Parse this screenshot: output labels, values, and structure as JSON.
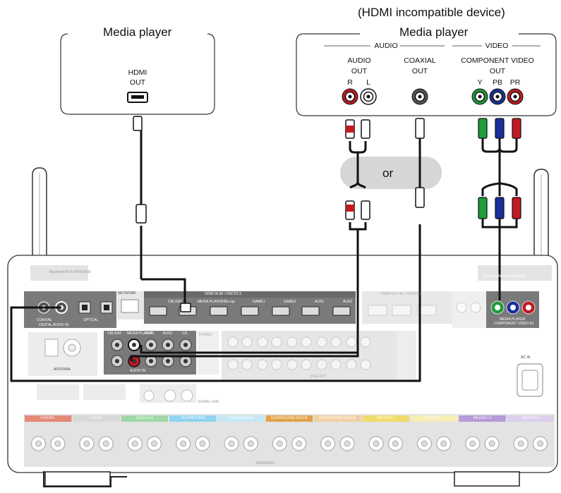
{
  "header": {
    "caption": "(HDMI incompatible device)"
  },
  "left_device": {
    "title": "Media player",
    "port_label_line1": "HDMI",
    "port_label_line2": "OUT"
  },
  "right_device": {
    "title": "Media player",
    "group_audio": "AUDIO",
    "group_video": "VIDEO",
    "audio_out_line1": "AUDIO",
    "audio_out_line2": "OUT",
    "coaxial_line1": "COAXIAL",
    "coaxial_line2": "OUT",
    "component_line1": "COMPONENT VIDEO",
    "component_line2": "OUT",
    "jack_r": "R",
    "jack_l": "L",
    "jack_y": "Y",
    "jack_pb": "PB",
    "jack_pr": "PR"
  },
  "or_label": "or",
  "receiver": {
    "hdmi_in_header": "HDMI IN 8K / HDCP2.3",
    "hdmi_out_header": "HDMI OUT 8K / HDCP2.3",
    "network": "NETWORK",
    "bt_antenna": "Bluetooth/Wi-Fi ANTENNA",
    "hdmi_inputs": [
      "CBL/SAT",
      "MEDIA PLAYER",
      "Blu-ray",
      "GAME1",
      "GAME2",
      "AUX1",
      "AUX2"
    ],
    "digital_audio_in": "DIGITAL AUDIO IN",
    "coaxial": "COAXIAL",
    "optical": "OPTICAL",
    "antenna": "ANTENNA",
    "audio_in": "AUDIO IN",
    "audio_in_inputs": [
      "CBL/SAT",
      "MEDIA PLAYER",
      "AUX1",
      "AUX2",
      "CD"
    ],
    "phono": "PHONO",
    "pre_out": "PRE OUT",
    "component_video_in": "COMPONENT VIDEO IN",
    "component_media_player": "MEDIA PLAYER",
    "ac_in": "AC IN",
    "signal_gnd": "SIGNAL GND",
    "speakers": "SPEAKERS",
    "speaker_zones": [
      {
        "label": "FRONT",
        "color": "#e38a78"
      },
      {
        "label": "FRONT",
        "color": "#d8d8d8"
      },
      {
        "label": "CENTER",
        "color": "#9fd7a7"
      },
      {
        "label": "SURROUND",
        "color": "#8fd4f0"
      },
      {
        "label": "SURROUND",
        "color": "#c6e8f5"
      },
      {
        "label": "SURROUND BACK",
        "color": "#e3a24a"
      },
      {
        "label": "SURROUND BACK",
        "color": "#f0d0a3"
      },
      {
        "label": "HEIGHT1",
        "color": "#f0dc6a"
      },
      {
        "label": "HEIGHT1",
        "color": "#f7eeb5"
      },
      {
        "label": "HEIGHT2",
        "color": "#b79ad8"
      },
      {
        "label": "HEIGHT2",
        "color": "#ddd0ec"
      }
    ]
  },
  "colors": {
    "cable": "#111111",
    "red": "#d2141e",
    "green": "#1e9d3a",
    "blue": "#1a2f9c",
    "white_plug": "#f2f2f2",
    "panel": "#dcdcdc",
    "dark_panel": "#7a7a7a",
    "or_bubble": "#d6d6d6"
  }
}
